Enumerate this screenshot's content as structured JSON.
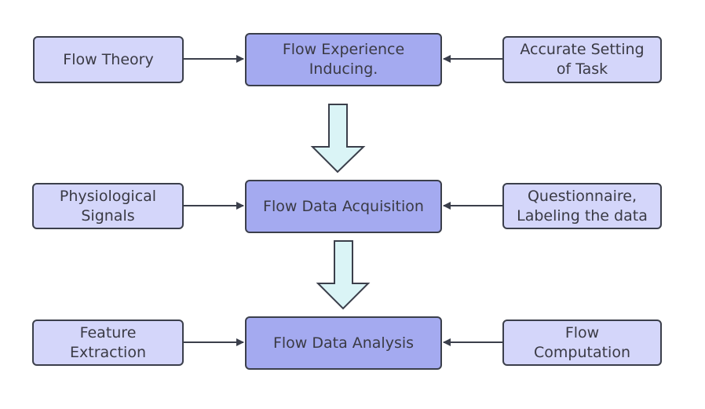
{
  "diagram": {
    "colors": {
      "side_fill": "#d4d6fa",
      "center_fill": "#a4aaf0",
      "border": "#3b3f4b",
      "connector": "#3b3f4b",
      "flow_arrow_fill": "#daf4f6"
    },
    "rows": [
      {
        "left": "Flow Theory",
        "center": "Flow Experience\nInducing.",
        "right": "Accurate Setting\nof Task"
      },
      {
        "left": "Physiological\nSignals",
        "center": "Flow Data Acquisition",
        "right": "Questionnaire,\nLabeling the data"
      },
      {
        "left": "Feature\nExtraction",
        "center": "Flow Data Analysis",
        "right": "Flow\nComputation"
      }
    ],
    "edges": [
      {
        "from": "Flow Theory",
        "to": "Flow Experience Inducing."
      },
      {
        "from": "Accurate Setting of Task",
        "to": "Flow Experience Inducing."
      },
      {
        "from": "Flow Experience Inducing.",
        "to": "Flow Data Acquisition"
      },
      {
        "from": "Physiological Signals",
        "to": "Flow Data Acquisition"
      },
      {
        "from": "Questionnaire, Labeling the data",
        "to": "Flow Data Acquisition"
      },
      {
        "from": "Flow Data Acquisition",
        "to": "Flow Data Analysis"
      },
      {
        "from": "Feature Extraction",
        "to": "Flow Data Analysis"
      },
      {
        "from": "Flow Computation",
        "to": "Flow Data Analysis"
      }
    ]
  }
}
